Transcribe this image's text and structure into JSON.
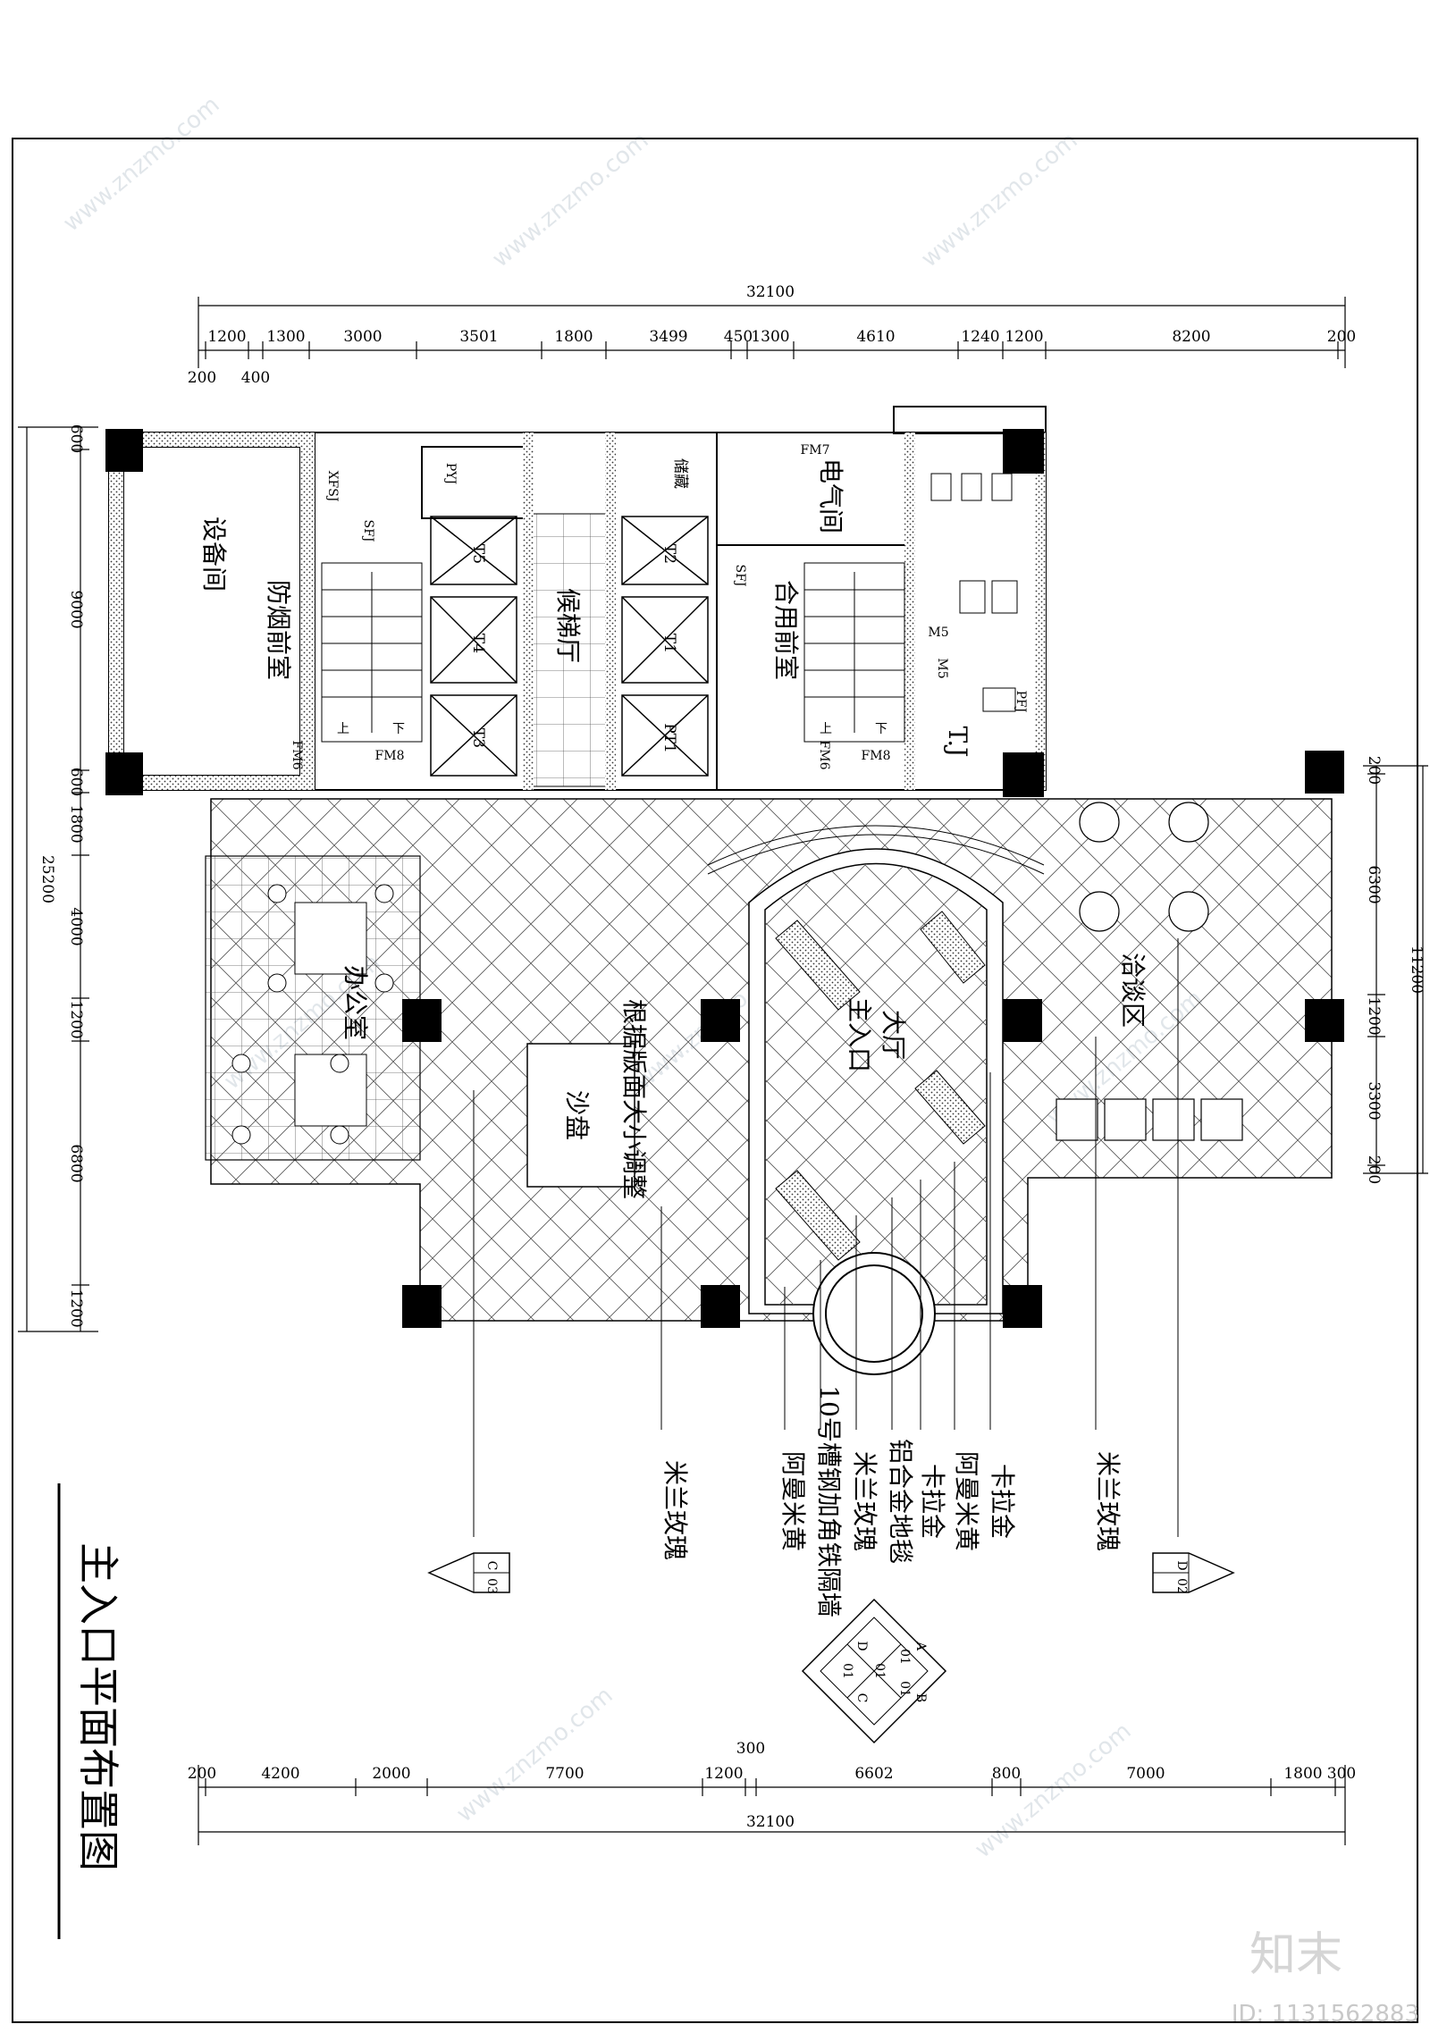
{
  "title": "主入口平面布置图",
  "watermark_text": "www.znzmo.com",
  "brand": {
    "logo": "知末",
    "id_label": "ID: 1131562883"
  },
  "dims_top": {
    "total": "32100",
    "segments": [
      "1200",
      "1300",
      "3000",
      "3501",
      "1800",
      "3499",
      "450",
      "1300",
      "4610",
      "1240",
      "1200",
      "8200",
      "200"
    ],
    "sub": [
      "200",
      "400"
    ]
  },
  "dims_bottom": {
    "total": "32100",
    "segments": [
      "200",
      "4200",
      "2000",
      "7700",
      "1200",
      "300",
      "6602",
      "800",
      "7000",
      "1800",
      "300"
    ]
  },
  "dims_left": {
    "total": "25200",
    "segments": [
      "600",
      "9000",
      "600",
      "1800",
      "4000",
      "1200",
      "6800",
      "1200"
    ]
  },
  "dims_right": {
    "total": "11200",
    "segments": [
      "200",
      "6300",
      "1200",
      "3300",
      "200"
    ]
  },
  "rooms": {
    "equipment": "设备间",
    "smoke_front_room": "防烟前室",
    "elevator_hall": "候梯厅",
    "storage": "储藏",
    "electrical": "电气间",
    "shared_front_room": "合用前室",
    "office": "办公室",
    "lobby": "大厅",
    "main_entrance": "主入口",
    "negotiation": "洽谈区",
    "sand_table": "沙盘",
    "adjust_note": "根据版面大小调整",
    "toilet": "T.J"
  },
  "shaft_labels": {
    "xfsj": "XFSJ",
    "sfj": "SFJ",
    "pyj": "PYJ",
    "pfj": "PFJ",
    "fm6": "FM6",
    "fm7": "FM7",
    "fm8": "FM8",
    "m5": "M5",
    "up": "上",
    "down": "下"
  },
  "elevators": [
    "T5",
    "T4",
    "T3",
    "T2",
    "T1",
    "PT1"
  ],
  "callouts": [
    "米兰玫瑰",
    "10号槽钢加角铁隔墙",
    "阿曼米黄",
    "铝合金地毯",
    "米兰玫瑰",
    "卡拉金",
    "阿曼米黄",
    "卡拉金",
    "米兰玫瑰"
  ],
  "section_marks": {
    "left": {
      "letter": "C",
      "num": "03"
    },
    "right": {
      "letter": "D",
      "num": "02"
    },
    "center": {
      "a": "A",
      "b": "B",
      "c": "C",
      "d": "D",
      "n1": "01",
      "n2": "01",
      "n3": "01",
      "n4": "01"
    }
  }
}
